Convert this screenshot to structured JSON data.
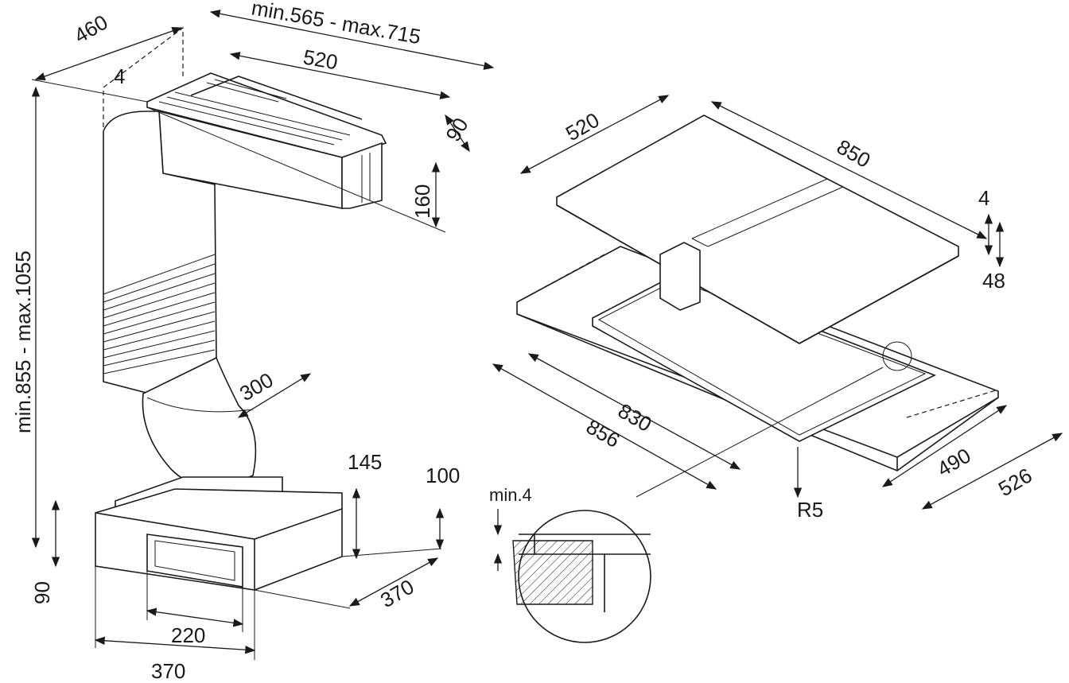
{
  "left_drawing": {
    "depth_total": "460",
    "width_range": "min.565 - max.715",
    "width_hood": "520",
    "gap_top": "4",
    "depth_hood": "90",
    "height_hood": "160",
    "height_range": "min.855 - max.1055",
    "duct_diameter": "300",
    "box_offset": "145",
    "box_height": "100",
    "outlet_height": "90",
    "box_depth": "370",
    "outlet_width": "220",
    "box_width": "370"
  },
  "right_drawing": {
    "hob_depth": "520",
    "hob_width": "850",
    "glass_thickness": "4",
    "hob_height": "48",
    "cutout_width": "830",
    "cutout_outer_width": "856",
    "corner_radius": "R5",
    "cutout_depth": "490",
    "cutout_outer_depth": "526",
    "detail_min_gap": "min.4"
  }
}
